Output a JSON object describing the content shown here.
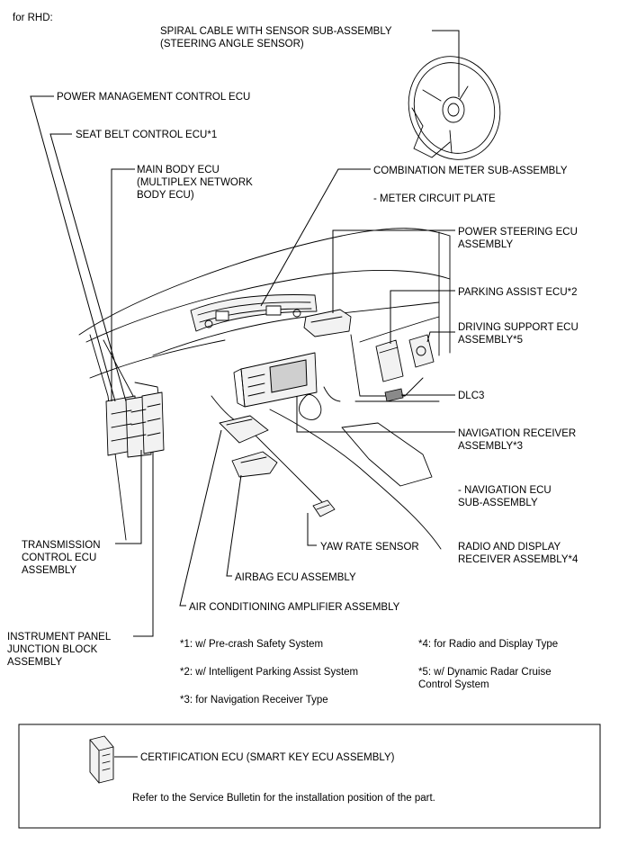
{
  "header": {
    "variant": "for RHD:"
  },
  "callouts": {
    "spiral_cable": [
      "SPIRAL CABLE WITH SENSOR SUB-ASSEMBLY",
      "(STEERING ANGLE SENSOR)"
    ],
    "power_mgmt": [
      "POWER MANAGEMENT CONTROL ECU"
    ],
    "seat_belt": [
      "SEAT BELT CONTROL ECU*1"
    ],
    "main_body": [
      "MAIN BODY ECU",
      "(MULTIPLEX NETWORK",
      "BODY ECU)"
    ],
    "combination_meter": [
      "COMBINATION METER SUB-ASSEMBLY"
    ],
    "meter_circuit": [
      "- METER CIRCUIT PLATE"
    ],
    "power_steering": [
      "POWER STEERING ECU",
      "ASSEMBLY"
    ],
    "parking_assist": [
      "PARKING ASSIST ECU*2"
    ],
    "driving_support": [
      "DRIVING SUPPORT ECU",
      "ASSEMBLY*5"
    ],
    "dlc3": [
      "DLC3"
    ],
    "navigation_receiver": [
      "NAVIGATION RECEIVER",
      "ASSEMBLY*3"
    ],
    "navigation_ecu": [
      "- NAVIGATION ECU",
      "SUB-ASSEMBLY"
    ],
    "radio_display": [
      "RADIO AND DISPLAY",
      "RECEIVER ASSEMBLY*4"
    ],
    "yaw_rate": [
      "YAW RATE SENSOR"
    ],
    "transmission": [
      "TRANSMISSION",
      "CONTROL ECU",
      "ASSEMBLY"
    ],
    "airbag": [
      "AIRBAG ECU ASSEMBLY"
    ],
    "air_conditioning": [
      "AIR CONDITIONING AMPLIFIER ASSEMBLY"
    ],
    "instrument_panel": [
      "INSTRUMENT PANEL",
      "JUNCTION BLOCK",
      "ASSEMBLY"
    ]
  },
  "notes": {
    "n1": [
      "*1: w/ Pre-crash Safety System"
    ],
    "n2": [
      "*2: w/ Intelligent Parking Assist System"
    ],
    "n3": [
      "*3: for Navigation Receiver Type"
    ],
    "n4": [
      "*4: for Radio and Display Type"
    ],
    "n5": [
      "*5: w/ Dynamic Radar Cruise",
      "Control System"
    ]
  },
  "box": {
    "certification": [
      "CERTIFICATION ECU (SMART KEY ECU ASSEMBLY)"
    ],
    "refer": [
      "Refer to the Service Bulletin for the installation position of the part."
    ]
  }
}
